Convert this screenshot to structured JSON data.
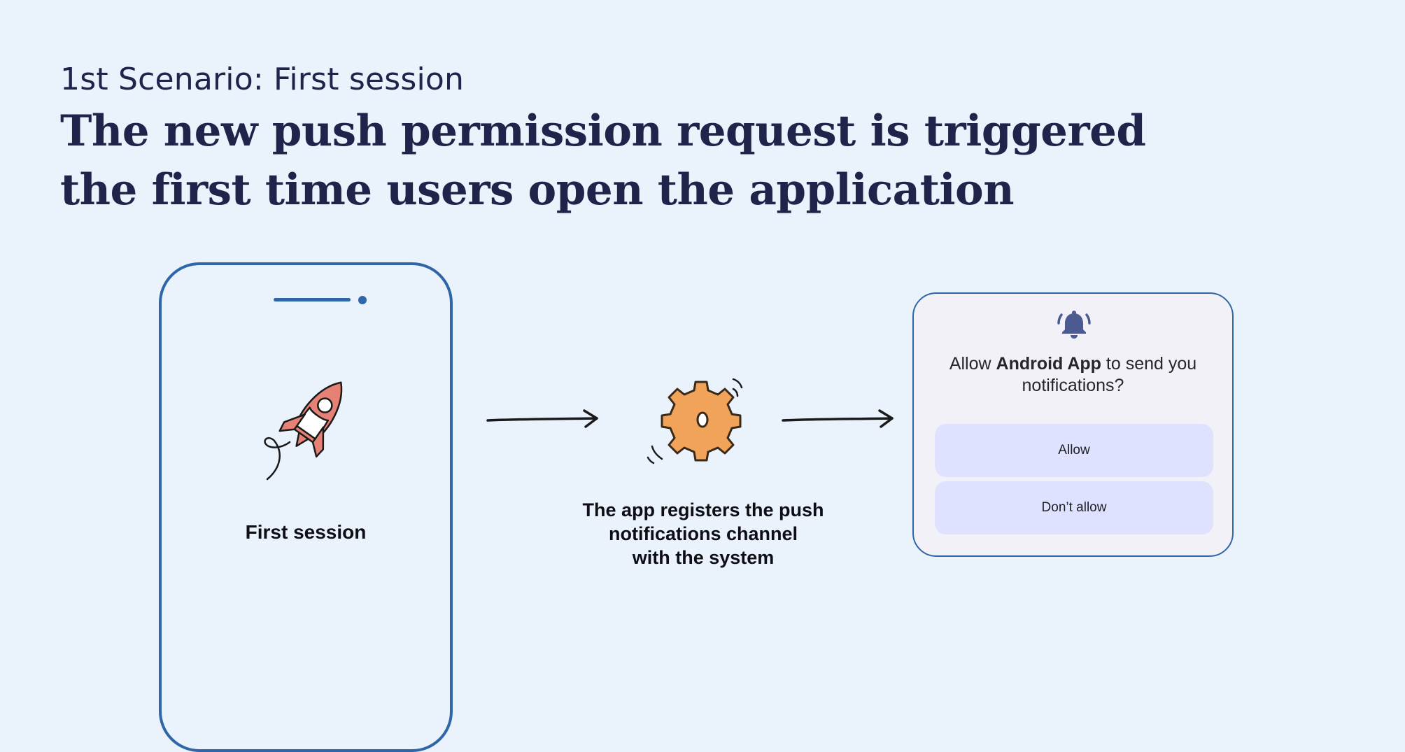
{
  "header": {
    "subtitle": "1st Scenario: First session",
    "headline_line1": "The new push permission request is triggered",
    "headline_line2": "the first time users open the application"
  },
  "steps": {
    "phone_caption": "First session",
    "middle_caption_lines": [
      "The app registers the push",
      "notifications channel",
      "with the system"
    ]
  },
  "dialog": {
    "message_prefix": "Allow ",
    "app_name": "Android App",
    "message_suffix": " to send you",
    "message_line2": "notifications?",
    "allow_label": "Allow",
    "deny_label": "Don’t allow"
  },
  "icons": {
    "rocket": "rocket-icon",
    "gear": "gear-icon",
    "bell": "bell-icon",
    "arrow": "arrow-right-icon"
  },
  "colors": {
    "background": "#EAF2FC",
    "text": "#20244A",
    "phone_outline": "#2E66A8",
    "rocket": "#E58275",
    "gear": "#F2A35A",
    "bell": "#4C5A92",
    "dialog_bg": "#F2F1F7",
    "dialog_button": "#DEE2FE"
  }
}
